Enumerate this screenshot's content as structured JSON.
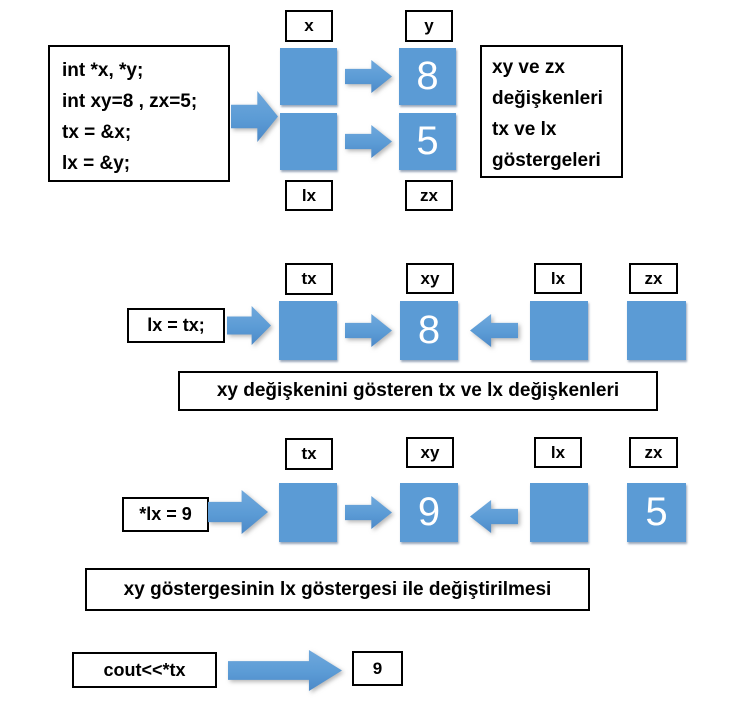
{
  "colors": {
    "cell_blue": "#5B9BD5",
    "box_border": "#000000",
    "cell_value_text": "#FFFFFF",
    "background": "#FFFFFF"
  },
  "s1": {
    "code_lines": [
      "int *x, *y;",
      "int xy=8 , zx=5;",
      "tx = &x;",
      "lx = &y;"
    ],
    "top_labels": [
      "x",
      "y"
    ],
    "bottom_labels": [
      "lx",
      "zx"
    ],
    "values": {
      "x": "",
      "y": "8",
      "lx": "",
      "zx": "5"
    },
    "note_lines": [
      "xy ve zx",
      "değişkenleri",
      "tx ve lx",
      "göstergeleri"
    ]
  },
  "s2": {
    "statement": "lx = tx;",
    "labels": [
      "tx",
      "xy",
      "lx",
      "zx"
    ],
    "values": {
      "tx": "",
      "xy": "8",
      "lx": "",
      "zx": ""
    },
    "caption": "xy değişkenini gösteren tx ve lx değişkenleri"
  },
  "s3": {
    "statement": "*lx = 9",
    "labels": [
      "tx",
      "xy",
      "lx",
      "zx"
    ],
    "values": {
      "tx": "",
      "xy": "9",
      "lx": "",
      "zx": "5"
    },
    "caption": "xy göstergesinin lx göstergesi ile değiştirilmesi"
  },
  "s4": {
    "statement": "cout<<*tx",
    "result": "9"
  }
}
